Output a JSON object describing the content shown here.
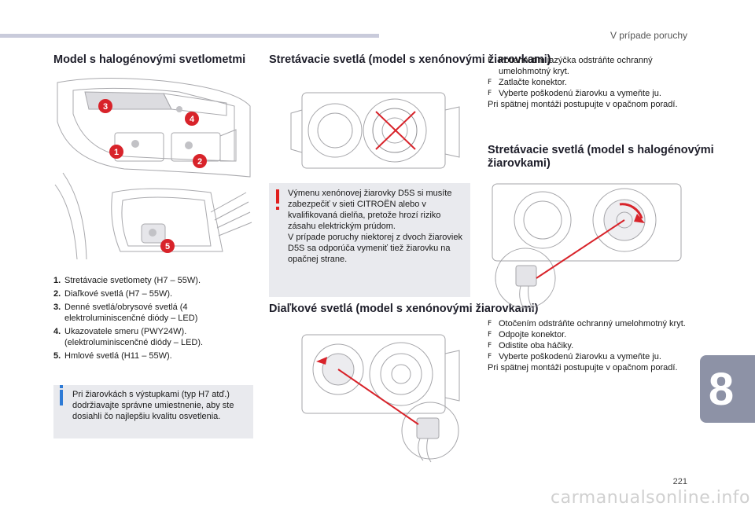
{
  "header": {
    "running_head": "V prípade poruchy"
  },
  "chapter": {
    "number": "8"
  },
  "footer": {
    "page_number": "221",
    "watermark": "carmanualsonline.info"
  },
  "left_column": {
    "title": "Model s halogénovými svetlometmi",
    "callouts": [
      "3",
      "4",
      "1",
      "2",
      "5"
    ],
    "legend": [
      {
        "n": "1.",
        "text": "Stretávacie svetlomety (H7 – 55W)."
      },
      {
        "n": "2.",
        "text": "Diaľkové svetlá (H7 – 55W)."
      },
      {
        "n": "3.",
        "text": "Denné svetlá/obrysové svetlá (4 elektroluminiscenčné diódy – LED)"
      },
      {
        "n": "4.",
        "text": "Ukazovatele smeru (PWY24W). (elektroluminiscenčné diódy – LED)."
      },
      {
        "n": "5.",
        "text": "Hmlové svetlá (H11 – 55W)."
      }
    ],
    "info_text": "Pri žiarovkách s výstupkami (typ H7 atď.) dodržiavajte správne umiestnenie, aby ste dosiahli čo najlepšiu kvalitu osvetlenia."
  },
  "middle_column": {
    "title1": "Stretávacie svetlá (model s xenónovými žiarovkami)",
    "warning_p1": "Výmenu xenónovej žiarovky D5S si musíte zabezpečiť v sieti CITROËN alebo v kvalifikovaná dielňa, pretože hrozí riziko zásahu elektrickým prúdom.",
    "warning_p2": "V prípade poruchy niektorej z dvoch žiaroviek D5S sa odporúča vymeniť tiež žiarovku na opačnej strane.",
    "title2": "Diaľkové svetlá (model s xenónovými žiarovkami)"
  },
  "right_column": {
    "steps1": [
      "Potiahnutím jazýčka odstráňte ochranný umelohmotný kryt.",
      "Zatlačte konektor.",
      "Vyberte poškodenú žiarovku a vymeňte ju."
    ],
    "note1": "Pri spätnej montáži postupujte v opačnom poradí.",
    "title": "Stretávacie svetlá (model s halogénovými žiarovkami)",
    "steps2": [
      "Otočením odstráňte ochranný umelohmotný kryt.",
      "Odpojte konektor.",
      "Odistite oba háčiky.",
      "Vyberte poškodenú žiarovku a vymeňte ju."
    ],
    "note2": "Pri spätnej montáži postupujte v opačnom poradí."
  },
  "icons": {
    "bullet": "F",
    "info": "info-icon",
    "warning": "warning-icon"
  },
  "colors": {
    "accent_red": "#d8232a",
    "tab_gray": "#8d92a6",
    "box_gray": "#e9eaee",
    "info_blue": "#2e7bd6"
  }
}
